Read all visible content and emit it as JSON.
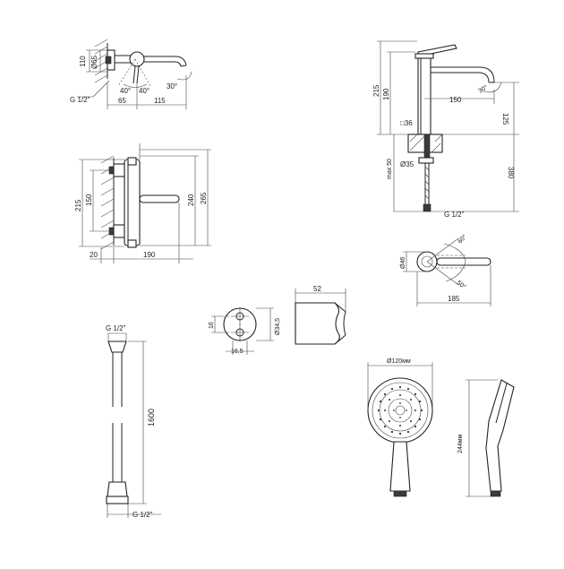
{
  "drawing": {
    "wall_spout": {
      "d_65": "Ø65",
      "h_110": "110",
      "thread": "G 1/2\"",
      "angle_40a": "40°",
      "angle_40b": "40°",
      "angle_30": "30°",
      "w_65": "65",
      "w_115": "115"
    },
    "wall_mixer": {
      "h_215": "215",
      "h_150": "150",
      "h_240": "240",
      "h_265": "265",
      "w_20": "20",
      "w_190": "190"
    },
    "basin_mixer": {
      "h_215": "215",
      "h_190": "190",
      "w_150": "150",
      "h_125": "125",
      "angle_30": "30°",
      "sq_36": "□36",
      "d_35": "Ø35",
      "max_50": "max 50",
      "h_380": "380",
      "thread": "G 1/2\""
    },
    "basin_top": {
      "d_46": "Ø46",
      "angle_60": "60°",
      "angle_50": "50°",
      "w_185": "185"
    },
    "holder_plate": {
      "h_16": "16",
      "w_16_5": "16,5",
      "d_34_5": "Ø34,5"
    },
    "holder_side": {
      "w_52": "52"
    },
    "hose": {
      "thread_top": "G 1/2\"",
      "length": "1600",
      "thread_bottom": "G 1/2\""
    },
    "hand_shower": {
      "d_120": "Ø120мм",
      "h_244": "244мм"
    }
  }
}
